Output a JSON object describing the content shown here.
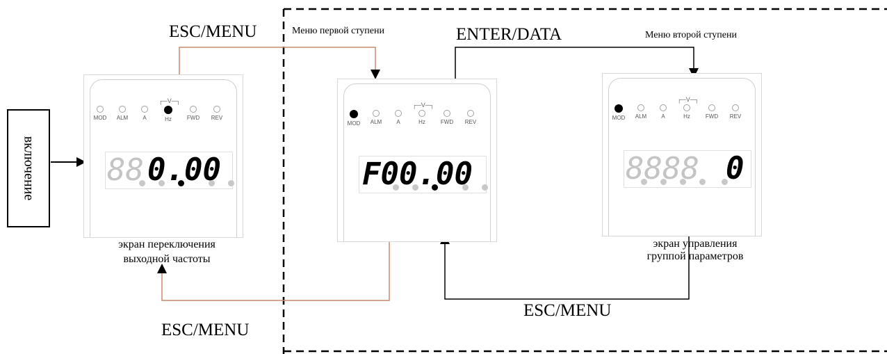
{
  "labels": {
    "esc_menu_top": "ESC/MENU",
    "first_level_menu": "Меню первой ступени",
    "enter_data": "ENTER/DATA",
    "second_level_menu": "Меню второй ступени",
    "power_on": "включение",
    "esc_menu_bottom_left": "ESC/MENU",
    "esc_menu_bottom_right": "ESC/MENU",
    "freq_screen_line1": "экран переключения",
    "freq_screen_line2": "выходной частоты",
    "group_screen_line1": "экран управления",
    "group_screen_line2": "группой параметров"
  },
  "panels": {
    "led_labels": [
      "MOD",
      "ALM",
      "A",
      "Hz",
      "FWD",
      "REV"
    ],
    "v_label": "V",
    "freq": {
      "active_led": "Hz",
      "display_dim": "88",
      "display_lit": "0.00"
    },
    "menu1": {
      "active_led": "MOD",
      "display_lit": "F00.00"
    },
    "menu2": {
      "active_led": "MOD",
      "display_dim": "8888",
      "display_lit": "0"
    }
  },
  "colors": {
    "wire_orange": "#c98a6b",
    "wire_black": "#000000",
    "dashed_border": "#000000"
  }
}
